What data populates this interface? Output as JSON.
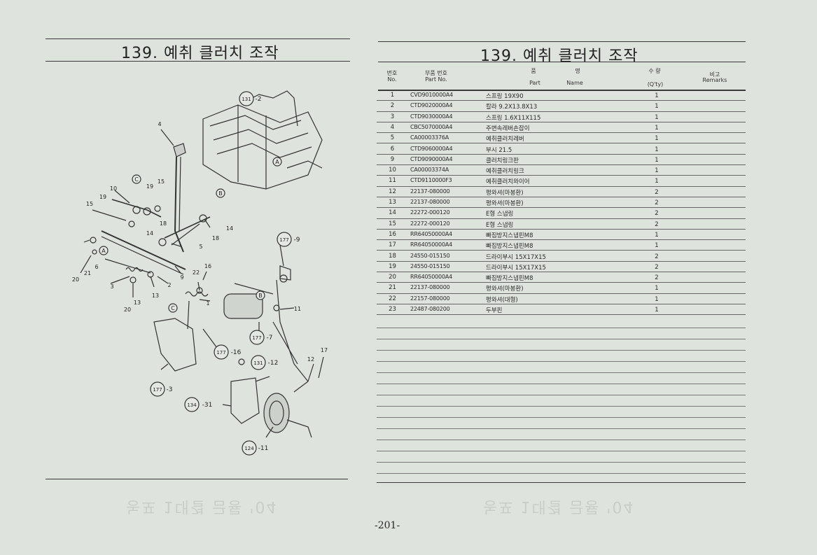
{
  "left_title": "139. 예취 클러치 조작",
  "right_title": "139. 예취 클러치 조작",
  "page_number": "-201-",
  "ghost_text": "농포 1대결 금룡 '04",
  "table": {
    "headers": {
      "no_ko": "번호",
      "no_en": "No.",
      "pn_ko": "부품 번호",
      "pn_en": "Part  No.",
      "name_ko_1": "품",
      "name_ko_2": "명",
      "name_en_part": "Part",
      "name_en_name": "Name",
      "qty_ko": "수  량",
      "qty_en": "(Q'ty)",
      "rem_ko": "비고",
      "rem_en": "Remarks"
    },
    "rows": [
      {
        "no": "1",
        "pn": "CVD9010000A4",
        "name": "스프링 19X90",
        "qty": "1"
      },
      {
        "no": "2",
        "pn": "CTD9020000A4",
        "name": "칼라 9.2X13.8X13",
        "qty": "1"
      },
      {
        "no": "3",
        "pn": "CTD9030000A4",
        "name": "스프링 1.6X11X115",
        "qty": "1"
      },
      {
        "no": "4",
        "pn": "CBC5070000A4",
        "name": "주변속레버손잡이",
        "qty": "1"
      },
      {
        "no": "5",
        "pn": "CA00003376A",
        "name": "예취클러치레버",
        "qty": "1"
      },
      {
        "no": "6",
        "pn": "CTD9060000A4",
        "name": "부시 21.5",
        "qty": "1"
      },
      {
        "no": "9",
        "pn": "CTD9090000A4",
        "name": "클러치링크판",
        "qty": "1"
      },
      {
        "no": "10",
        "pn": "CA00003374A",
        "name": "예취클러치링크",
        "qty": "1"
      },
      {
        "no": "11",
        "pn": "CTD9110000F3",
        "name": "예취클러치와이어",
        "qty": "1"
      },
      {
        "no": "12",
        "pn": "22137-080000",
        "name": "평와셔(마봉환)",
        "qty": "2"
      },
      {
        "no": "13",
        "pn": "22137-080000",
        "name": "평와셔(마봉환)",
        "qty": "2"
      },
      {
        "no": "14",
        "pn": "22272-000120",
        "name": "E형 스냅링",
        "qty": "2"
      },
      {
        "no": "15",
        "pn": "22272-000120",
        "name": "E형 스냅링",
        "qty": "2"
      },
      {
        "no": "16",
        "pn": "RR64050000A4",
        "name": "빠짐방지스냅핀M8",
        "qty": "1"
      },
      {
        "no": "17",
        "pn": "RR64050000A4",
        "name": "빠짐방지스냅핀M8",
        "qty": "1"
      },
      {
        "no": "18",
        "pn": "24550-015150",
        "name": "드라이부시 15X17X15",
        "qty": "2"
      },
      {
        "no": "19",
        "pn": "24550-015150",
        "name": "드라이부시 15X17X15",
        "qty": "2"
      },
      {
        "no": "20",
        "pn": "RR64050000A4",
        "name": "빠짐방지스냅핀M8",
        "qty": "2"
      },
      {
        "no": "21",
        "pn": "22137-080000",
        "name": "평와셔(마봉환)",
        "qty": "1"
      },
      {
        "no": "22",
        "pn": "22157-080000",
        "name": "평와셔(대형)",
        "qty": "1"
      },
      {
        "no": "23",
        "pn": "22487-080200",
        "name": "두부핀",
        "qty": "1"
      }
    ]
  },
  "diagram_labels": {
    "c131_2": "131",
    "c131_2_s": "-2",
    "c177_9": "177",
    "c177_9_s": "-9",
    "c177_7": "177",
    "c177_7_s": "-7",
    "c177_16": "177",
    "c177_16_s": "-16",
    "c131_12": "131",
    "c131_12_s": "-12",
    "c177_3": "177",
    "c177_3_s": "-3",
    "c134_31": "134",
    "c134_31_s": "-31",
    "c124_11": "124",
    "c124_11_s": "-11",
    "A": "A",
    "B": "B",
    "C": "C",
    "n4": "4",
    "n19": "19",
    "n15": "15",
    "n10": "10",
    "n19b": "19",
    "n15b": "15",
    "n14": "14",
    "n18": "18",
    "n14b": "14",
    "n18b": "18",
    "n5": "5",
    "n6": "6",
    "n21": "21",
    "n20": "20",
    "n3": "3",
    "n13": "13",
    "n20b": "20",
    "n22": "22",
    "n16": "16",
    "n9": "9",
    "n2": "2",
    "n1": "1",
    "n11": "11",
    "n12": "12",
    "n17": "17"
  }
}
